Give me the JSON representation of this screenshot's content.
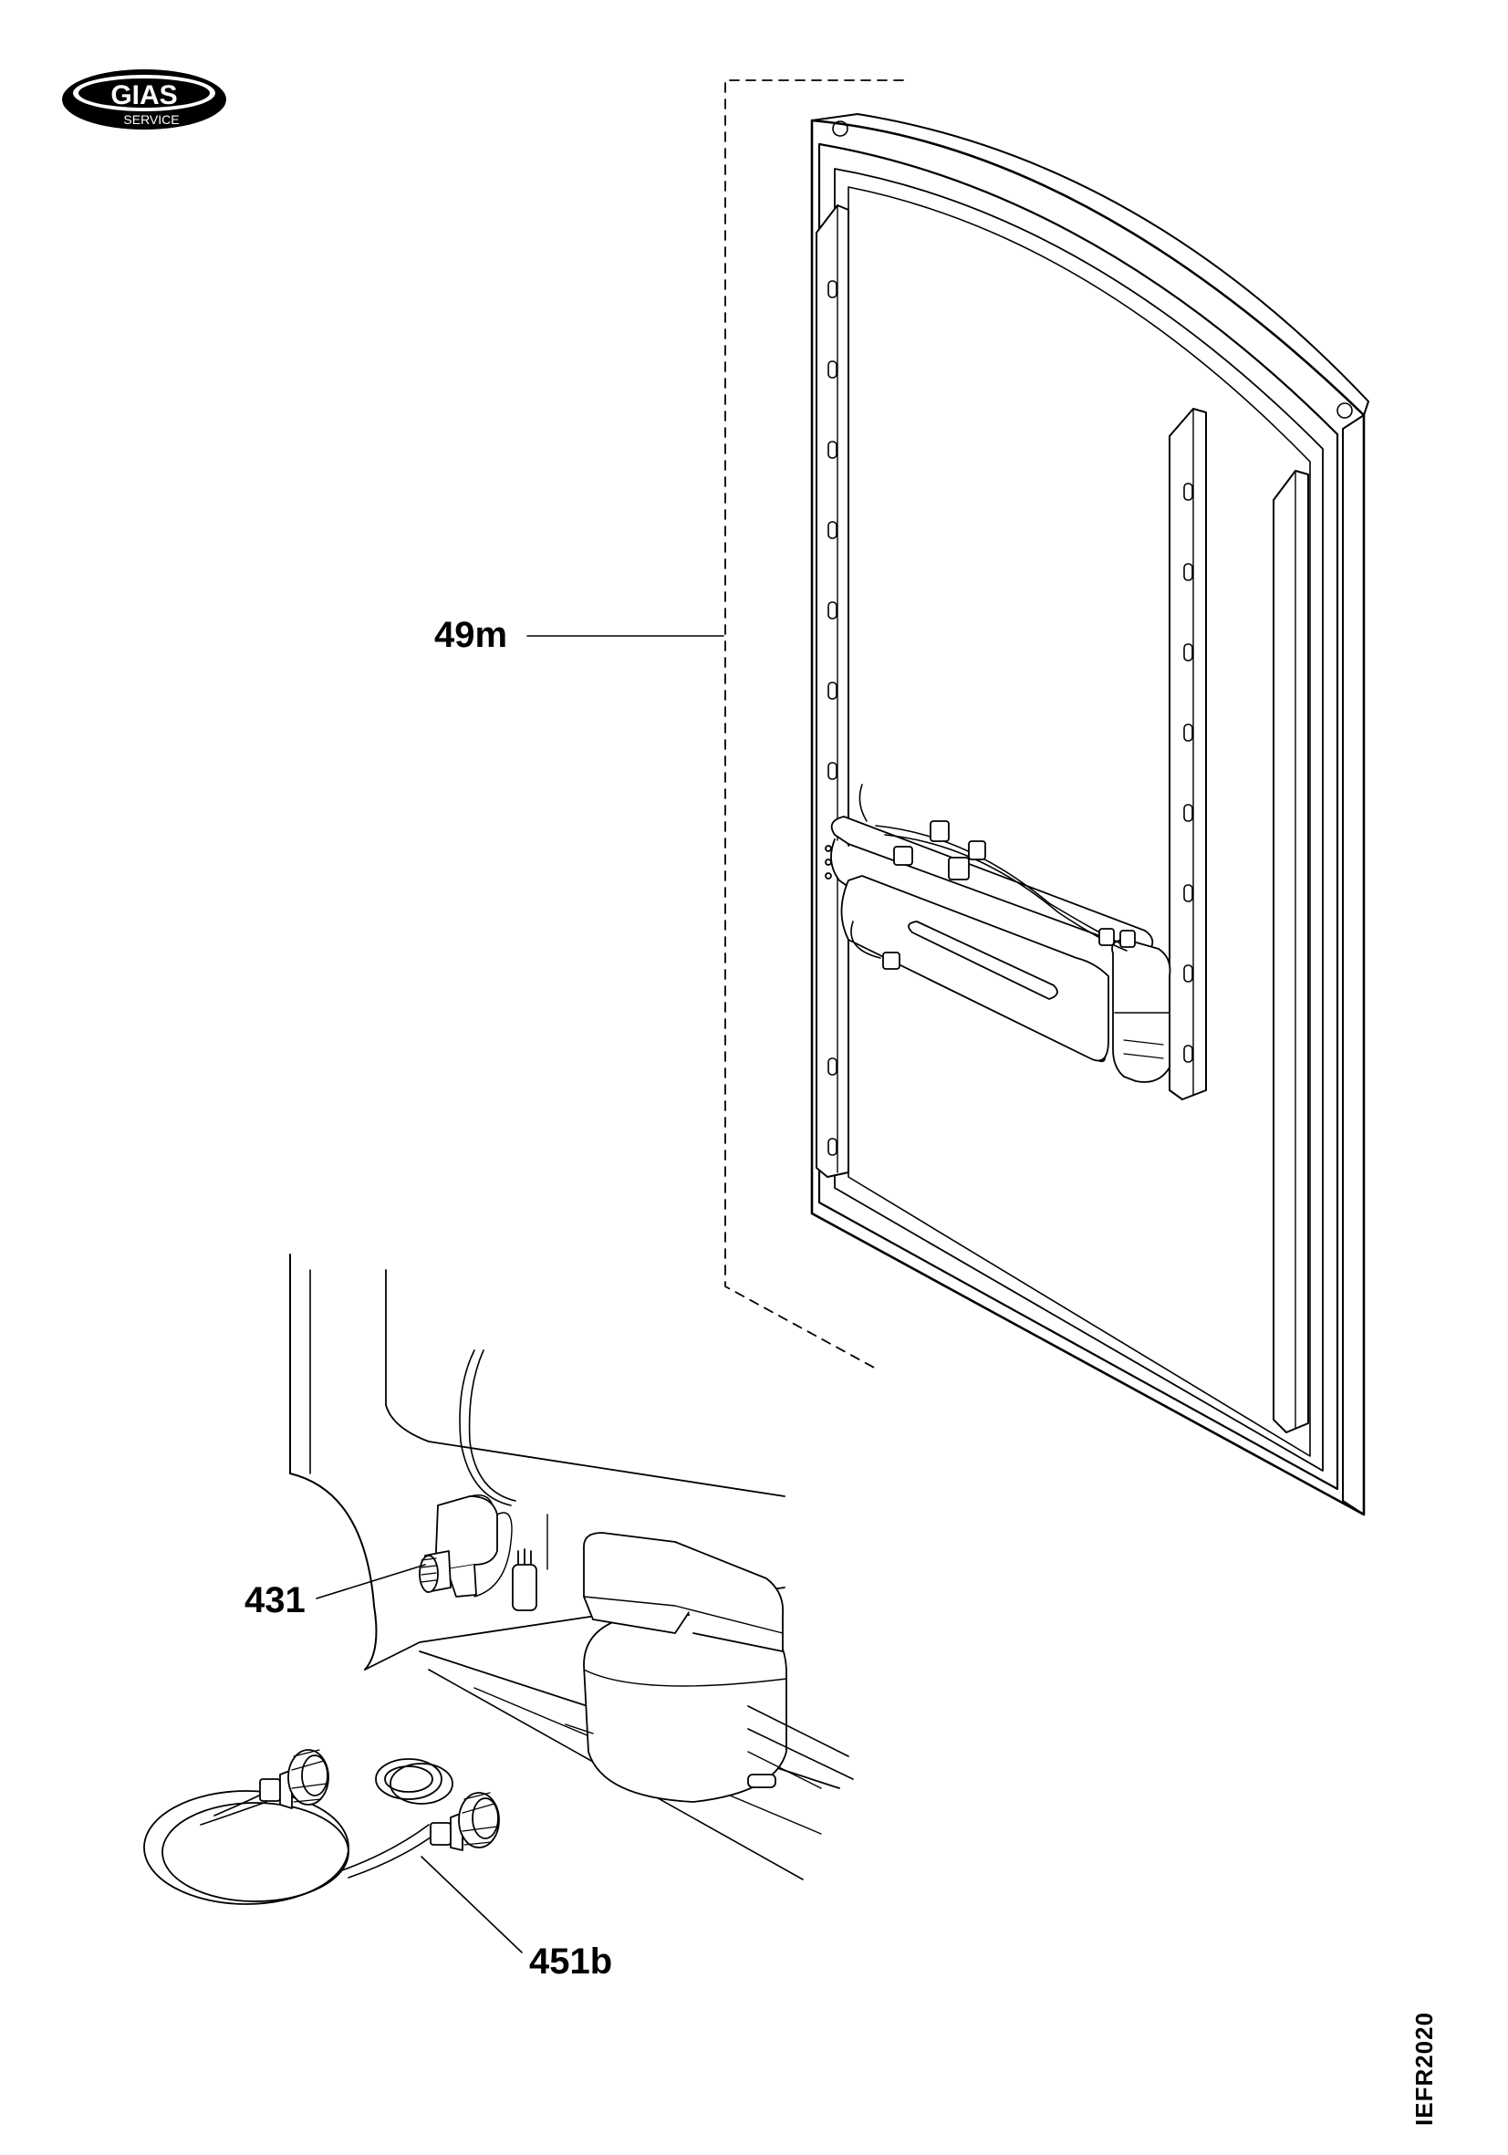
{
  "brand": {
    "logo_text": "GIAS",
    "logo_subtext": "SERVICE"
  },
  "callouts": {
    "door_panel": "49m",
    "water_valve": "431",
    "water_hose_kit": "451b"
  },
  "drawing_code": "IEFR2020",
  "colors": {
    "ink": "#000000",
    "paper": "#ffffff",
    "shade": "#e6e6e6"
  }
}
